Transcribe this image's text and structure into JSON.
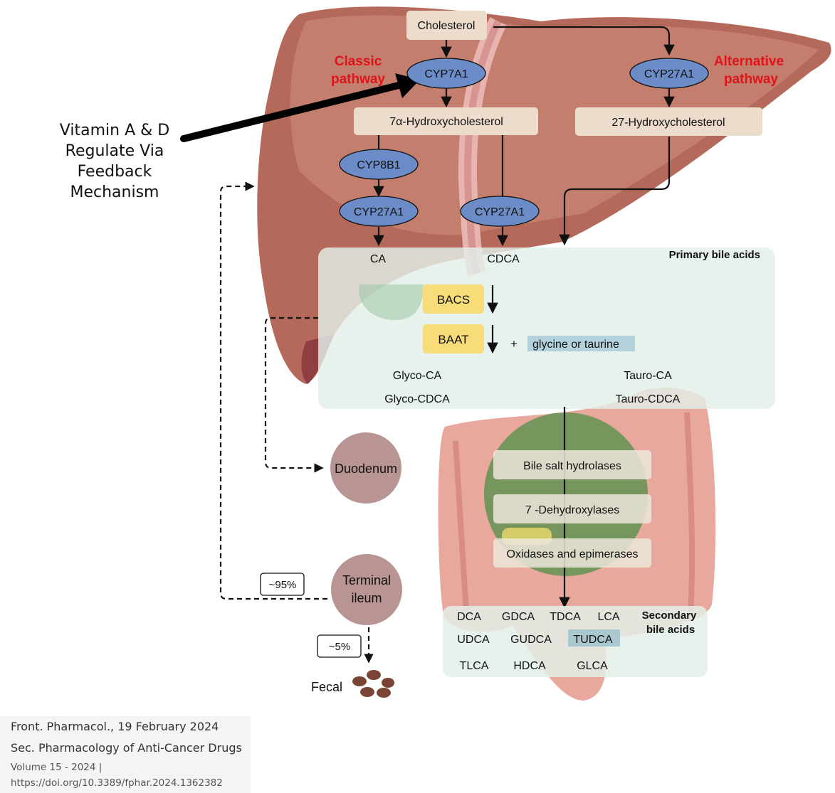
{
  "annotation": {
    "lines": [
      "Vitamin A & D",
      "Regulate Via",
      "Feedback",
      "Mechanism"
    ]
  },
  "pathways": {
    "classic": [
      "Classic",
      "pathway"
    ],
    "alternative": [
      "Alternative",
      "pathway"
    ]
  },
  "nodes": {
    "cholesterol": "Cholesterol",
    "cyp7a1": "CYP7A1",
    "cyp27a1_alt": "CYP27A1",
    "hydroxy7a": "7α-Hydroxycholesterol",
    "hydroxy27": "27-Hydroxycholesterol",
    "cyp8b1": "CYP8B1",
    "cyp27a1_ca": "CYP27A1",
    "cyp27a1_cdca": "CYP27A1",
    "ca": "CA",
    "cdca": "CDCA"
  },
  "primary": {
    "title": "Primary bile acids",
    "bacs": "BACS",
    "baat": "BAAT",
    "plus": "+",
    "conjugate": "glycine or taurine",
    "glyco_ca": "Glyco-CA",
    "glyco_cdca": "Glyco-CDCA",
    "tauro_ca": "Tauro-CA",
    "tauro_cdca": "Tauro-CDCA"
  },
  "gut_enzymes": [
    "Bile salt hydrolases",
    "7  -Dehydroxylases",
    "Oxidases and epimerases"
  ],
  "organs": {
    "duodenum": "Duodenum",
    "terminal_ileum": [
      "Terminal",
      "ileum"
    ],
    "fecal": "Fecal"
  },
  "percentages": {
    "reabsorbed": "~95%",
    "excreted": "~5%"
  },
  "secondary": {
    "title": [
      "Secondary",
      "bile acids"
    ],
    "acids": [
      "DCA",
      "GDCA",
      "TDCA",
      "LCA",
      "UDCA",
      "GUDCA",
      "TUDCA",
      "TLCA",
      "HDCA",
      "GLCA"
    ],
    "highlighted": "TUDCA"
  },
  "citation": {
    "journal": "Front. Pharmacol., 19 February 2024",
    "section": "Sec. Pharmacology of Anti-Cancer Drugs",
    "volume": "Volume 15 - 2024 |",
    "doi": "https://doi.org/10.3389/fphar.2024.1362382"
  },
  "colors": {
    "liver": "#b8705f",
    "enzyme": "#6b8cc6",
    "intermediate": "#ecdccb",
    "panel": "#e3efe9",
    "bacs": "#f9dc7a",
    "conjugate": "#b3d2de",
    "organ": "#b89593",
    "pathway_label": "#e0141b"
  }
}
